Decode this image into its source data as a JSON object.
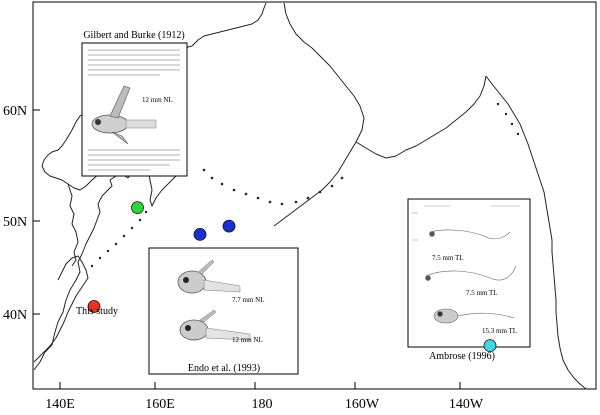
{
  "map": {
    "axis": {
      "lon_ticks": [
        "140E",
        "160E",
        "180",
        "160W",
        "140W"
      ],
      "lat_ticks": [
        "60N",
        "50N",
        "40N"
      ]
    },
    "markers": [
      {
        "name": "this-study",
        "color": "#e8321e",
        "lon": 146.8,
        "lat": 41.7
      },
      {
        "name": "green-site",
        "color": "#2fd63a",
        "lon": 155.5,
        "lat": 51.3
      },
      {
        "name": "blue-site-1",
        "color": "#1b2fd3",
        "lon": 168.0,
        "lat": 48.7
      },
      {
        "name": "blue-site-2",
        "color": "#1b2fd3",
        "lon": 173.8,
        "lat": 49.5
      },
      {
        "name": "cyan-site",
        "color": "#3fd6e3",
        "lon": 226.0,
        "lat": 37.9
      }
    ],
    "marker_label": "This study"
  },
  "insets": {
    "gilbert": {
      "caption": "Gilbert and Burke (1912)",
      "size_label": "12 mm NL"
    },
    "endo": {
      "caption": "Endo et al. (1993)",
      "size_labels": [
        "7.7 mm NL",
        "12 mm NL"
      ]
    },
    "ambrose": {
      "caption": "Ambrose (1996)",
      "size_labels": [
        "7.5 mm TL",
        "7.5 mm TL",
        "15.3 mm TL"
      ]
    }
  },
  "colors": {
    "red": "#e8321e",
    "green": "#2fd63a",
    "blue": "#1b2fd3",
    "cyan": "#3fd6e3"
  }
}
